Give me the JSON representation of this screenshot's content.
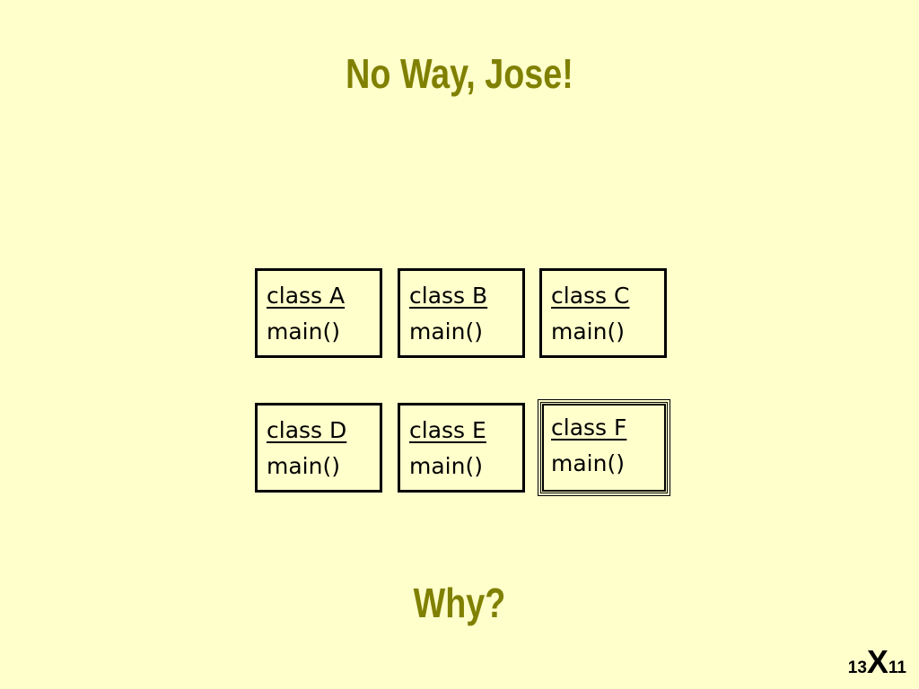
{
  "slide": {
    "title": "No Way, Jose!",
    "question": "Why?",
    "page_mark": {
      "left": "13",
      "middle": "X",
      "right": "11"
    }
  },
  "classes": [
    {
      "name": "class A",
      "method": "main()"
    },
    {
      "name": "class B",
      "method": "main()"
    },
    {
      "name": "class C",
      "method": "main()"
    },
    {
      "name": "class D",
      "method": "main()"
    },
    {
      "name": "class E",
      "method": "main()"
    },
    {
      "name": "class F",
      "method": "main()"
    }
  ],
  "colors": {
    "background": "#ffffcc",
    "title": "#808000",
    "box_border": "#000000"
  }
}
